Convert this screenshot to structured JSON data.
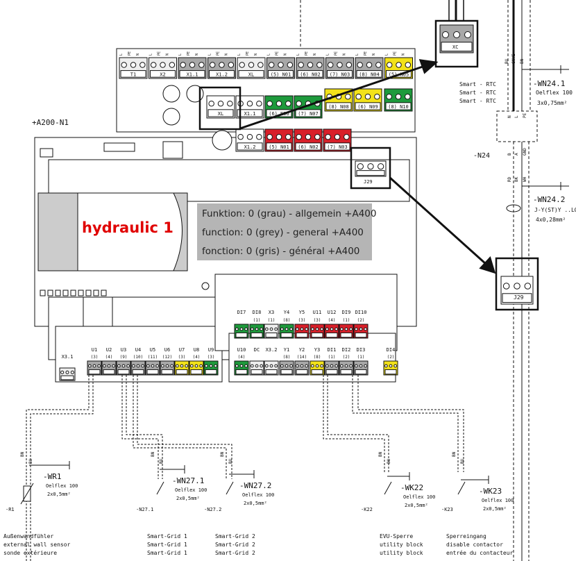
{
  "diagram": {
    "board_label": "+A200-N1",
    "hydraulic_label": "hydraulic 1",
    "function_lines": [
      "Funktion: 0 (grau) - allgemein +A400",
      "function: 0 (grey) - general +A400",
      "fonction: 0 (gris) - général +A400"
    ],
    "top_terminals": [
      "T1",
      "X2",
      "X1.1",
      "X1.2",
      "XL",
      "(5) N01",
      "(6) N02",
      "(7) N03",
      "(8) N04",
      "(5) N05"
    ],
    "mid_terminals": [
      "XL",
      "X1.1",
      "(6) N06",
      "(7) N07",
      "(8) N08",
      "(6) N09",
      "(8) N10"
    ],
    "red_terminals": [
      "X1.2",
      "(5) N01",
      "(6) N02",
      "(7) N03"
    ],
    "pin_letters": [
      "L",
      "PE",
      "N"
    ],
    "j29_label": "J29",
    "xc_label": "XC",
    "n24_label": "-N24",
    "smart_rtc": [
      "Smart - RTC",
      "Smart - RTC",
      "Smart - RTC"
    ],
    "wn241": {
      "name": "-WN24.1",
      "type": "Oelflex 100",
      "size": "3x0,75mm²"
    },
    "wn242": {
      "name": "-WN24.2",
      "type": "J-Y(ST)Y ..LG",
      "size": "4x0,28mm²"
    },
    "wire_colors_top": [
      "BU",
      "GNYE",
      "BN"
    ],
    "wire_colors_bus": [
      "RD",
      "BK",
      "WH"
    ],
    "bus_pins": [
      "B",
      "A",
      "GND"
    ],
    "upper_pins": [
      "N",
      "L",
      "PE"
    ],
    "di_row": [
      "DI7",
      "DI8",
      "X3",
      "Y4",
      "Y5",
      "U11",
      "U12",
      "DI9",
      "DI10"
    ],
    "di_nums": [
      "(1)",
      "(1)",
      "(8)",
      "(3)",
      "(3)",
      "(4)",
      "(1)",
      "(2)"
    ],
    "u_row": [
      "U1",
      "U2",
      "U3",
      "U4",
      "U5",
      "U6",
      "U7",
      "U8",
      "U9"
    ],
    "u_nums": [
      "(3)",
      "(4)",
      "(9)",
      "(10)",
      "(11)",
      "(12)",
      "(3)",
      "(4)",
      "(3)"
    ],
    "bottom_row": [
      "U10",
      "DC",
      "X3.2",
      "Y1",
      "Y2",
      "Y3",
      "DI1",
      "DI2",
      "DI3",
      "DI4"
    ],
    "bottom_nums": [
      "(4)",
      "(8)",
      "(14)",
      "(8)",
      "(1)",
      "(2)",
      "(1)",
      "(2)"
    ],
    "x31_label": "X3.1",
    "devices": [
      {
        "ref": "-R1",
        "cable": "-WR1",
        "type": "Oelflex 100",
        "size": "2x0,5mm²",
        "desc": [
          "Außenwandfühler",
          "external wall sensor",
          "sonde extérieure"
        ]
      },
      {
        "ref": "-N27.1",
        "cable": "-WN27.1",
        "type": "Oelflex 100",
        "size": "2x0,5mm²",
        "desc": [
          "Smart-Grid 1",
          "Smart-Grid 1",
          "Smart-Grid 1"
        ]
      },
      {
        "ref": "-N27.2",
        "cable": "-WN27.2",
        "type": "Oelflex 100",
        "size": "2x0,5mm²",
        "desc": [
          "Smart-Grid 2",
          "Smart-Grid 2",
          "Smart-Grid 2"
        ]
      },
      {
        "ref": "-K22",
        "cable": "-WK22",
        "type": "Oelflex 100",
        "size": "2x0,5mm²",
        "desc": [
          "EVU-Sperre",
          "utility block",
          "utility block"
        ]
      },
      {
        "ref": "-K23",
        "cable": "-WK23",
        "type": "Oelflex 100",
        "size": "2x0,5mm²",
        "desc": [
          "Sperreingang",
          "disable contactor",
          "entrée du contacteur"
        ]
      }
    ],
    "wire_pair": [
      "BN",
      "BU"
    ],
    "colors": {
      "green": "#1e9a3c",
      "red": "#d8202a",
      "yellow": "#f2e21a",
      "grey": "#a8a8a8",
      "box": "#b5b5b5"
    }
  }
}
